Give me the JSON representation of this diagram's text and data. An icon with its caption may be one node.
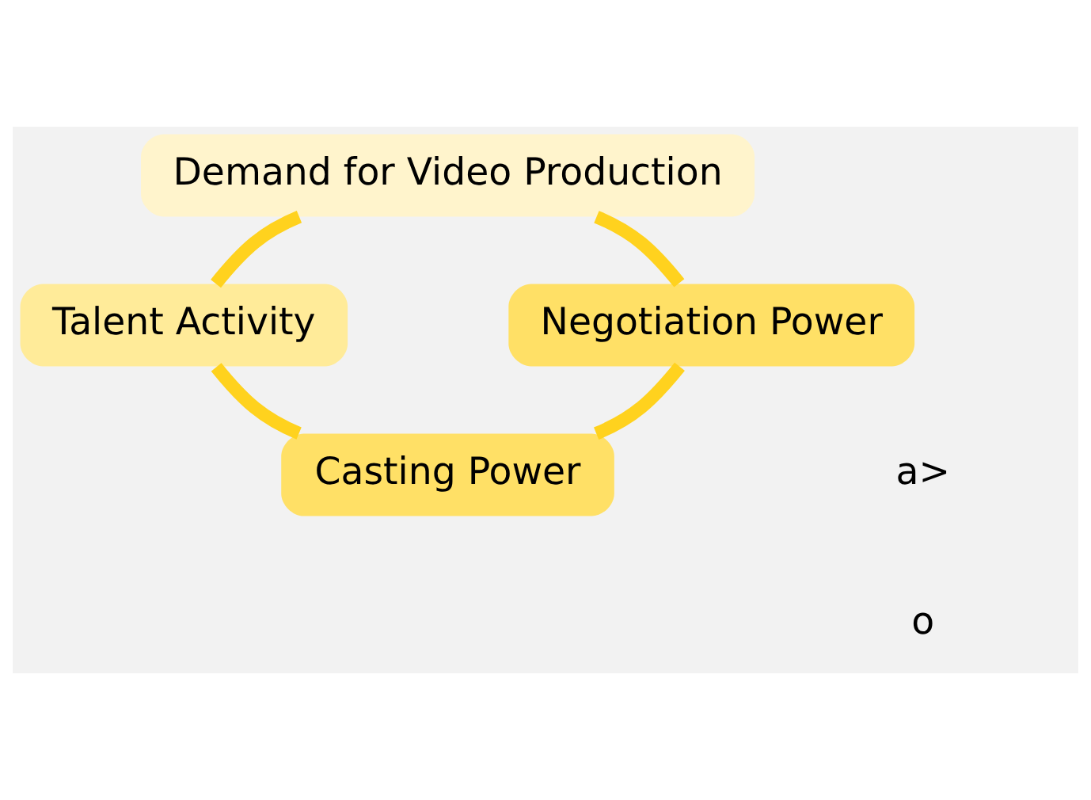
{
  "diagram": {
    "nodes": [
      {
        "text": [
          "Demand for Video Production"
        ]
      },
      {
        "text": [
          "Negotiation Power"
        ]
      },
      {
        "text": [
          "Talent Activity"
        ]
      },
      {
        "text": [
          "Casting Power"
        ]
      }
    ],
    "edges": [
      {
        "from": 0,
        "to": 2,
        "arrow": "none"
      },
      {
        "from": 2,
        "to": 3,
        "arrow": "none"
      },
      {
        "from": 3,
        "to": 1,
        "arrow": "none"
      },
      {
        "from": 1,
        "to": 0,
        "arrow": "none"
      }
    ],
    "labels": [
      "a>",
      "o"
    ]
  }
}
